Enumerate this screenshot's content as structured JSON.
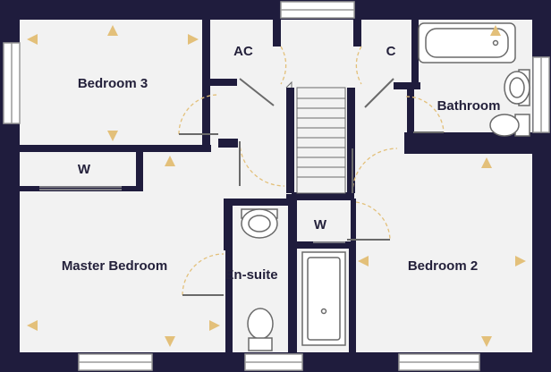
{
  "rooms": {
    "bedroom3": "Bedroom 3",
    "airing_cupboard": "AC",
    "cupboard": "C",
    "bathroom": "Bathroom",
    "wardrobe1": "W",
    "wardrobe2": "W",
    "master_bedroom": "Master Bedroom",
    "ensuite": "En-suite",
    "bedroom2": "Bedroom 2"
  },
  "colors": {
    "wall": "#1f1c3d",
    "floor": "#f2f2f2",
    "arrow": "#e3c07a",
    "door_swing": "#e3c07a",
    "window_frame": "#9a9a9a",
    "fixture": "#6a6a6a",
    "label": "#24213b"
  },
  "icons": [
    "dimension-arrow-icon",
    "door-swing-icon",
    "window-icon",
    "bath-icon",
    "basin-icon",
    "toilet-icon",
    "shower-tray-icon",
    "staircase-icon"
  ]
}
